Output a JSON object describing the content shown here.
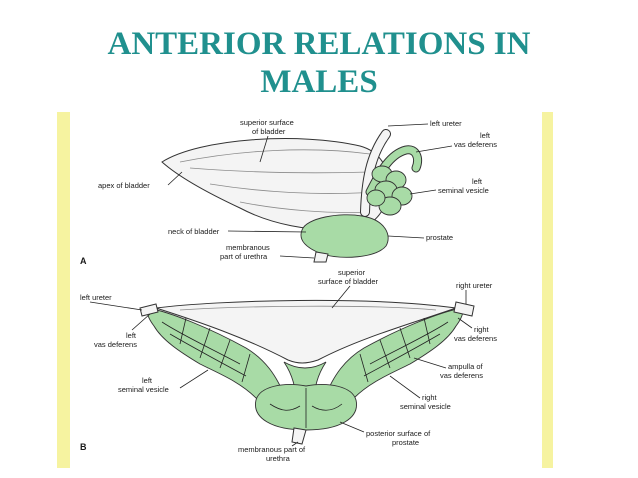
{
  "slide": {
    "title_line1": "ANTERIOR RELATIONS IN",
    "title_line2": "MALES"
  },
  "figure_a": {
    "letter": "A",
    "labels": {
      "superior_surface_1": "superior surface",
      "superior_surface_2": "of bladder",
      "left_ureter": "left ureter",
      "left_vas_1": "left",
      "left_vas_2": "vas deferens",
      "apex": "apex of bladder",
      "left_sv_1": "left",
      "left_sv_2": "seminal vesicle",
      "neck": "neck of bladder",
      "prostate": "prostate",
      "membranous_1": "membranous",
      "membranous_2": "part of urethra"
    }
  },
  "figure_b": {
    "letter": "B",
    "labels": {
      "superior_1": "superior",
      "superior_2": "surface of bladder",
      "left_ureter": "left ureter",
      "right_ureter": "right ureter",
      "left_vas_1": "left",
      "left_vas_2": "vas deferens",
      "right_vas_1": "right",
      "right_vas_2": "vas deferens",
      "ampulla_1": "ampulla of",
      "ampulla_2": "vas deferens",
      "left_sv_1": "left",
      "left_sv_2": "seminal vesicle",
      "right_sv_1": "right",
      "right_sv_2": "seminal vesicle",
      "posterior_1": "posterior surface of",
      "posterior_2": "prostate",
      "membranous_1": "membranous part of",
      "membranous_2": "urethra"
    }
  },
  "colors": {
    "title": "#20908e",
    "panel_border": "#f6f3a0",
    "tissue_green": "#a8dba6"
  }
}
